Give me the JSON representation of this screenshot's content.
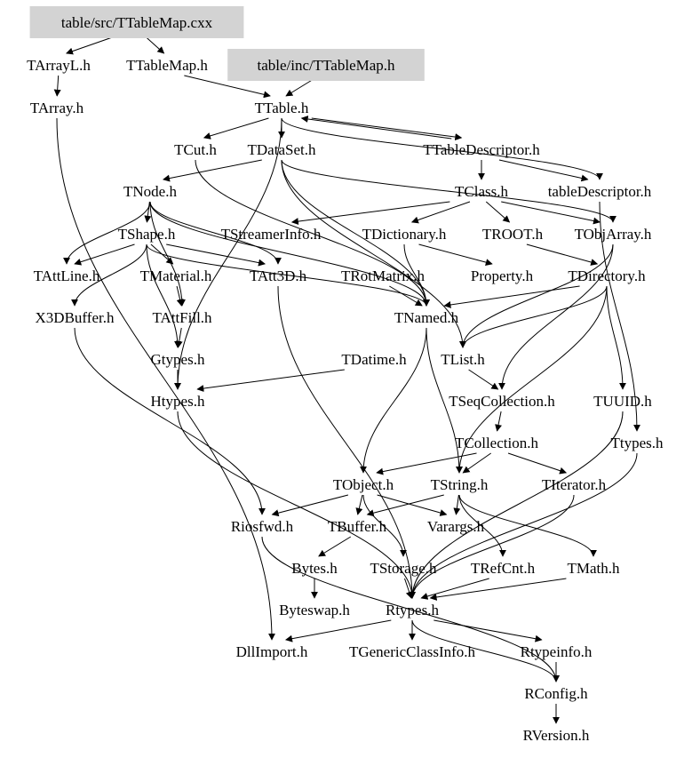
{
  "graph": {
    "highlight_color": "#d3d3d3",
    "nodes": [
      {
        "label": "table/src/TTableMap.cxx",
        "highlighted": true
      },
      {
        "label": "TArrayL.h"
      },
      {
        "label": "TTableMap.h"
      },
      {
        "label": "table/inc/TTableMap.h",
        "highlighted": true
      },
      {
        "label": "TArray.h"
      },
      {
        "label": "TTable.h"
      },
      {
        "label": "TCut.h"
      },
      {
        "label": "TDataSet.h"
      },
      {
        "label": "TTableDescriptor.h"
      },
      {
        "label": "TNode.h"
      },
      {
        "label": "TClass.h"
      },
      {
        "label": "tableDescriptor.h"
      },
      {
        "label": "TShape.h"
      },
      {
        "label": "TStreamerInfo.h"
      },
      {
        "label": "TDictionary.h"
      },
      {
        "label": "TROOT.h"
      },
      {
        "label": "TObjArray.h"
      },
      {
        "label": "TAttLine.h"
      },
      {
        "label": "TMaterial.h"
      },
      {
        "label": "TAtt3D.h"
      },
      {
        "label": "TRotMatrix.h"
      },
      {
        "label": "Property.h"
      },
      {
        "label": "TDirectory.h"
      },
      {
        "label": "X3DBuffer.h"
      },
      {
        "label": "TAttFill.h"
      },
      {
        "label": "TNamed.h"
      },
      {
        "label": "Gtypes.h"
      },
      {
        "label": "TDatime.h"
      },
      {
        "label": "TList.h"
      },
      {
        "label": "Htypes.h"
      },
      {
        "label": "TSeqCollection.h"
      },
      {
        "label": "TUUID.h"
      },
      {
        "label": "TCollection.h"
      },
      {
        "label": "Ttypes.h"
      },
      {
        "label": "TObject.h"
      },
      {
        "label": "TString.h"
      },
      {
        "label": "TIterator.h"
      },
      {
        "label": "Riosfwd.h"
      },
      {
        "label": "TBuffer.h"
      },
      {
        "label": "Varargs.h"
      },
      {
        "label": "Bytes.h"
      },
      {
        "label": "TStorage.h"
      },
      {
        "label": "TRefCnt.h"
      },
      {
        "label": "TMath.h"
      },
      {
        "label": "Byteswap.h"
      },
      {
        "label": "Rtypes.h"
      },
      {
        "label": "DllImport.h"
      },
      {
        "label": "TGenericClassInfo.h"
      },
      {
        "label": "Rtypeinfo.h"
      },
      {
        "label": "RConfig.h"
      },
      {
        "label": "RVersion.h"
      }
    ],
    "edges": [
      [
        0,
        1
      ],
      [
        0,
        2
      ],
      [
        1,
        4
      ],
      [
        2,
        5
      ],
      [
        3,
        5
      ],
      [
        4,
        46
      ],
      [
        5,
        6
      ],
      [
        5,
        7
      ],
      [
        5,
        8
      ],
      [
        5,
        11
      ],
      [
        5,
        29
      ],
      [
        8,
        5
      ],
      [
        6,
        25
      ],
      [
        7,
        9
      ],
      [
        7,
        25
      ],
      [
        7,
        28
      ],
      [
        7,
        16
      ],
      [
        8,
        10
      ],
      [
        8,
        11
      ],
      [
        9,
        12
      ],
      [
        9,
        17
      ],
      [
        9,
        24
      ],
      [
        9,
        19
      ],
      [
        9,
        25
      ],
      [
        10,
        13
      ],
      [
        10,
        14
      ],
      [
        10,
        15
      ],
      [
        10,
        16
      ],
      [
        12,
        17
      ],
      [
        12,
        18
      ],
      [
        12,
        23
      ],
      [
        12,
        26
      ],
      [
        12,
        19
      ],
      [
        12,
        25
      ],
      [
        14,
        25
      ],
      [
        14,
        21
      ],
      [
        15,
        22
      ],
      [
        16,
        30
      ],
      [
        16,
        28
      ],
      [
        18,
        24
      ],
      [
        19,
        45
      ],
      [
        20,
        25
      ],
      [
        22,
        25
      ],
      [
        22,
        28
      ],
      [
        22,
        31
      ],
      [
        22,
        35
      ],
      [
        23,
        37
      ],
      [
        24,
        26
      ],
      [
        26,
        29
      ],
      [
        25,
        34
      ],
      [
        25,
        35
      ],
      [
        27,
        29
      ],
      [
        28,
        30
      ],
      [
        30,
        32
      ],
      [
        11,
        33
      ],
      [
        31,
        45
      ],
      [
        32,
        34
      ],
      [
        32,
        35
      ],
      [
        32,
        36
      ],
      [
        33,
        45
      ],
      [
        34,
        37
      ],
      [
        34,
        38
      ],
      [
        34,
        39
      ],
      [
        34,
        41
      ],
      [
        35,
        38
      ],
      [
        35,
        39
      ],
      [
        35,
        42
      ],
      [
        35,
        43
      ],
      [
        36,
        45
      ],
      [
        37,
        49
      ],
      [
        38,
        40
      ],
      [
        40,
        44
      ],
      [
        41,
        45
      ],
      [
        42,
        45
      ],
      [
        43,
        45
      ],
      [
        29,
        45
      ],
      [
        45,
        46
      ],
      [
        45,
        47
      ],
      [
        45,
        48
      ],
      [
        45,
        49
      ],
      [
        48,
        49
      ],
      [
        49,
        50
      ]
    ]
  }
}
